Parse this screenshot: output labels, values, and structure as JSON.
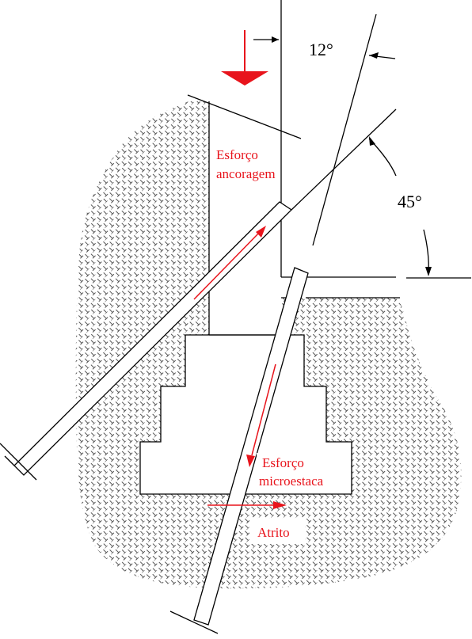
{
  "angles": {
    "top": "12°",
    "right": "45°"
  },
  "labels": {
    "anchorage_force": [
      "Esforço",
      "ancoragem"
    ],
    "micropile_force": [
      "Esforço",
      "microestaca"
    ],
    "friction": "Atrito"
  },
  "colors": {
    "force_arrows": "#e8141c",
    "soil_hatch": "#555555",
    "lines": "#000000"
  }
}
